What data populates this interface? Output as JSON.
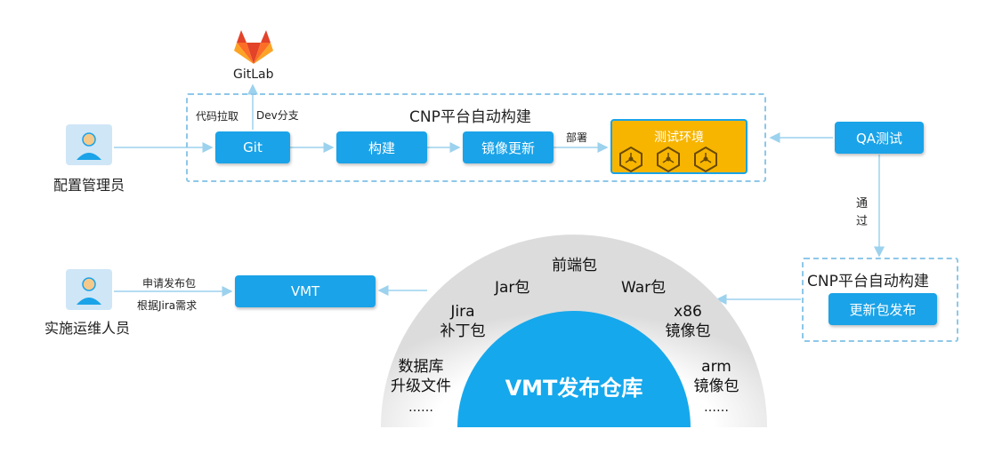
{
  "gitlab": {
    "label": "GitLab",
    "logo_icon": "gitlab-fox-icon"
  },
  "cnp_top": {
    "title": "CNP平台自动构建",
    "code_pull_label": "代码拉取",
    "dev_branch_label": "Dev分支",
    "git_label": "Git",
    "build_label": "构建",
    "image_update_label": "镜像更新",
    "deploy_label": "部署",
    "test_env": {
      "label": "测试环境",
      "icons": [
        "cube-icon",
        "cube-icon",
        "cube-icon"
      ]
    }
  },
  "config_admin": {
    "label": "配置管理员",
    "icon": "user-icon"
  },
  "qa": {
    "label": "QA测试",
    "pass_label_1": "通",
    "pass_label_2": "过"
  },
  "cnp_bottom": {
    "title": "CNP平台自动构建",
    "release_label": "更新包发布"
  },
  "ops": {
    "label": "实施运维人员",
    "icon": "user-icon",
    "request_label": "申请发布包",
    "jira_label": "根据Jira需求",
    "vmt_label": "VMT"
  },
  "repo": {
    "title": "VMT发布仓库",
    "items": {
      "frontend": "前端包",
      "jar": "Jar包",
      "war": "War包",
      "jira_1": "Jira",
      "jira_2": "补丁包",
      "x86_1": "x86",
      "x86_2": "镜像包",
      "db_1": "数据库",
      "db_2": "升级文件",
      "db_3": "……",
      "arm_1": "arm",
      "arm_2": "镜像包",
      "arm_3": "……"
    }
  },
  "colors": {
    "blue": "#1aa3e8",
    "gold": "#f7b500",
    "dash": "#8ec7e8",
    "arrow": "#9cd2ee"
  }
}
